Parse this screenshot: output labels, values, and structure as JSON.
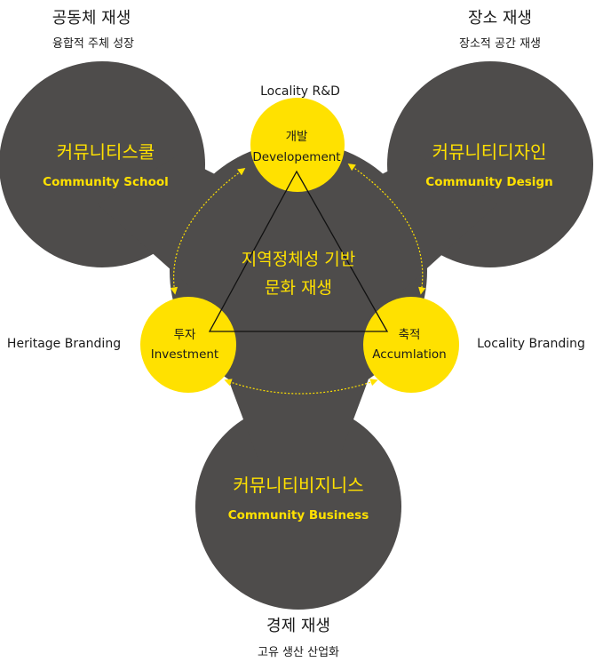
{
  "colors": {
    "blob": "#4e4c4b",
    "accent": "#ffe100",
    "white": "#ffffff",
    "text": "#1a1a1a",
    "arrow": "#ffe100"
  },
  "corners": {
    "top_left": {
      "title": "공동체 재생",
      "subtitle": "융합적 주체 성장"
    },
    "top_right": {
      "title": "장소 재생",
      "subtitle": "장소적 공간 재생"
    },
    "bottom": {
      "title": "경제 재생",
      "subtitle": "고유 생산 산업화"
    }
  },
  "lobes": {
    "left": {
      "ko": "커뮤니티스쿨",
      "en": "Community School"
    },
    "right": {
      "ko": "커뮤니티디자인",
      "en": "Community Design"
    },
    "bottom": {
      "ko": "커뮤니티비지니스",
      "en": "Community Business"
    }
  },
  "center": {
    "line1": "지역정체성 기반",
    "line2": "문화 재생"
  },
  "nodes": {
    "top": {
      "ko": "개발",
      "en": "Developement",
      "outside": "Locality R&D"
    },
    "left": {
      "ko": "투자",
      "en": "Investment",
      "outside": "Heritage Branding"
    },
    "right": {
      "ko": "축적",
      "en": "Accumlation",
      "outside": "Locality Branding"
    }
  }
}
